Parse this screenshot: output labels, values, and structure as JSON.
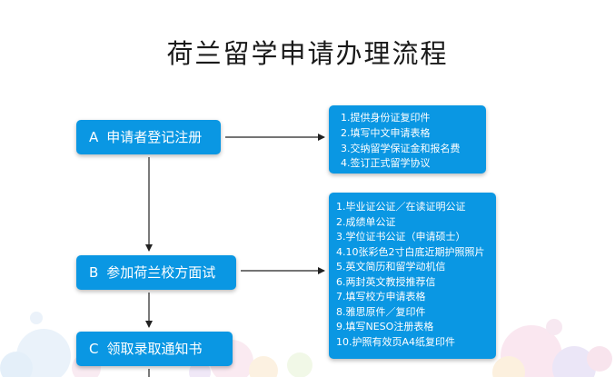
{
  "title": "荷兰留学申请办理流程",
  "steps": [
    {
      "letter": "A",
      "label": "申请者登记注册"
    },
    {
      "letter": "B",
      "label": "参加荷兰校方面试"
    },
    {
      "letter": "C",
      "label": "领取录取通知书"
    }
  ],
  "info_a": {
    "items": [
      "1.提供身份证复印件",
      "2.填写中文申请表格",
      "3.交纳留学保证金和报名费",
      "4.签订正式留学协议"
    ]
  },
  "info_b": {
    "items": [
      "1.毕业证公证／在读证明公证",
      "2.成绩单公证",
      "3.学位证书公证（申请硕士）",
      "4.10张彩色2寸白底近期护照照片",
      "5.英文简历和留学动机信",
      "6.两封英文教授推荐信",
      "7.填写校方申请表格",
      "8.雅思原件／复印件",
      "9.填写NESO注册表格",
      "10.护照有效页A4纸复印件"
    ]
  },
  "colors": {
    "box": "#0a97e3",
    "text_on_box": "#ffffff",
    "arrow": "#222222",
    "title": "#1a1a1a"
  }
}
